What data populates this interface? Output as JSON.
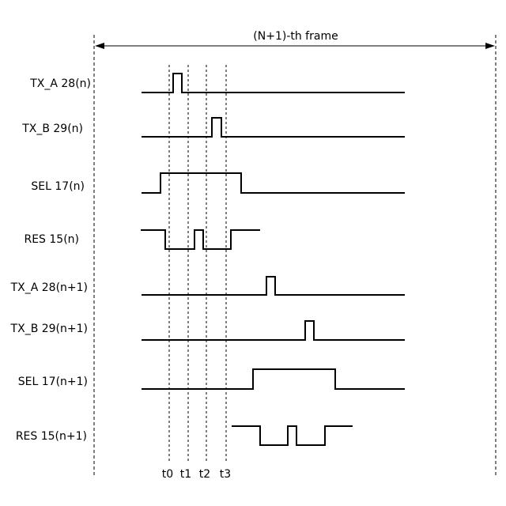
{
  "frame": {
    "label": "(N+1)-th frame"
  },
  "signals": [
    {
      "name": "TX_A 28(n)"
    },
    {
      "name": "TX_B 29(n)"
    },
    {
      "name": "SEL 17(n)"
    },
    {
      "name": "RES 15(n)"
    },
    {
      "name": "TX_A 28(n+1)"
    },
    {
      "name": "TX_B 29(n+1)"
    },
    {
      "name": "SEL 17(n+1)"
    },
    {
      "name": "RES 15(n+1)"
    }
  ],
  "time_markers": [
    {
      "label": "t0"
    },
    {
      "label": "t1"
    },
    {
      "label": "t2"
    },
    {
      "label": "t3"
    }
  ]
}
